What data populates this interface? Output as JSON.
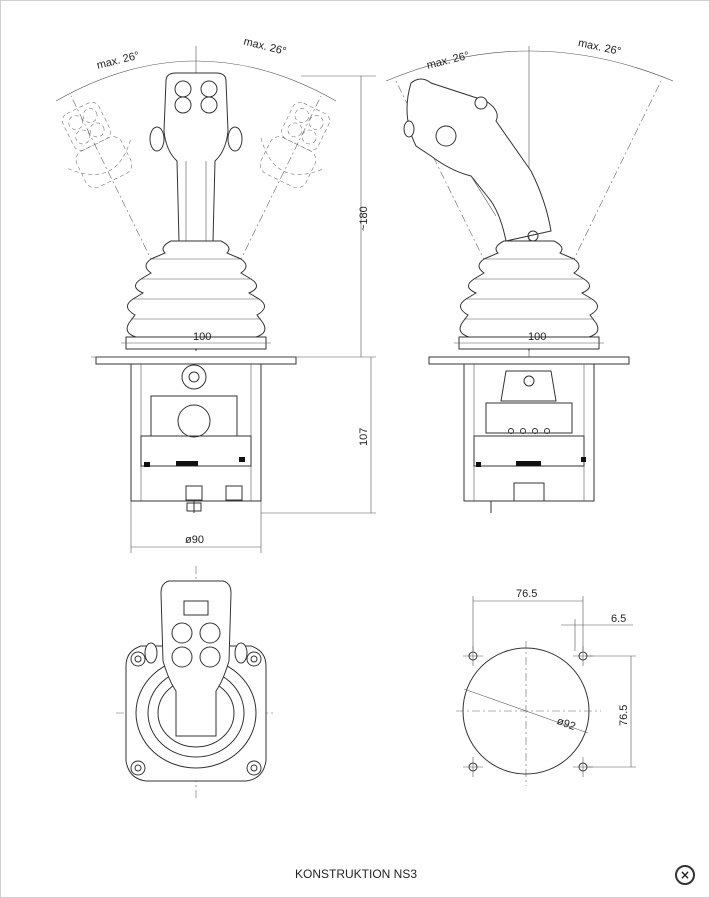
{
  "caption": "KONSTRUKTION NS3",
  "close_glyph": "×",
  "dimensions": {
    "front_left_angle": "max. 26°",
    "front_right_angle": "max. 26°",
    "side_left_angle": "max. 26°",
    "side_right_angle": "max. 26°",
    "height_top": "~180",
    "height_bottom": "107",
    "width_front": "100",
    "width_side": "100",
    "diameter_housing": "ø90",
    "hole_spacing_h": "76.5",
    "hole_offset": "6.5",
    "hole_spacing_v": "76.5",
    "cutout_diameter": "ø92"
  }
}
